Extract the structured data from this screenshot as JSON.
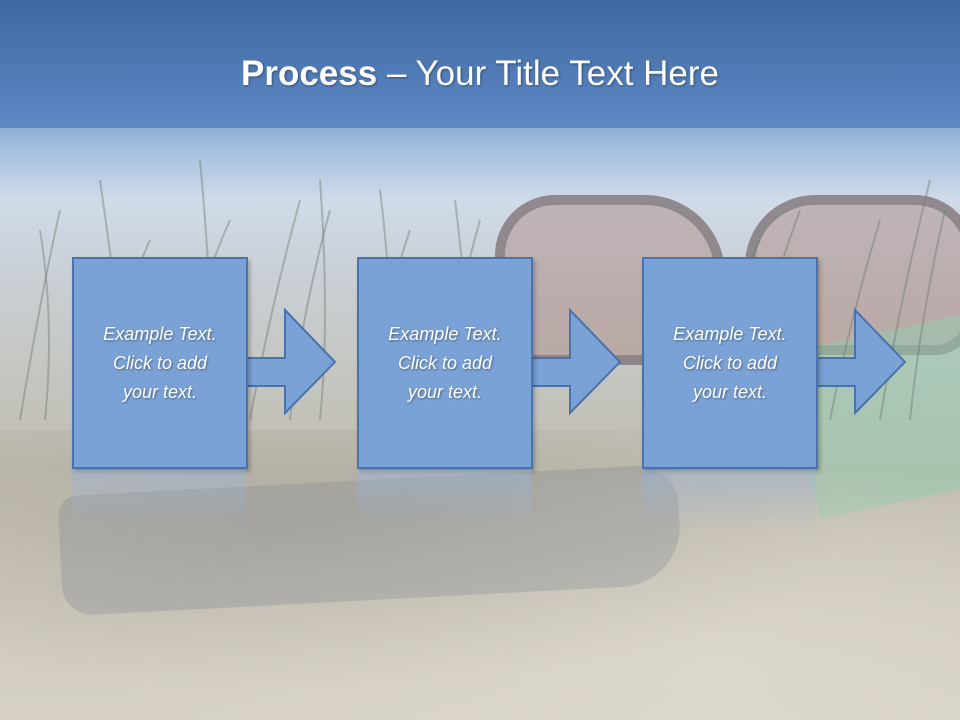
{
  "slide": {
    "title_bold": "Process",
    "title_rest": " – Your Title Text Here",
    "accent_color": "#7aa2d6",
    "title_band_color": "#4f78b4",
    "steps": [
      {
        "text": "Example Text.\nClick  to add\nyour text.",
        "icon": "right-arrow-icon"
      },
      {
        "text": "Example Text.\nClick  to add\nyour text.",
        "icon": "right-arrow-icon"
      },
      {
        "text": "Example Text.\nClick  to add\nyour text.",
        "icon": "right-arrow-icon"
      }
    ]
  }
}
